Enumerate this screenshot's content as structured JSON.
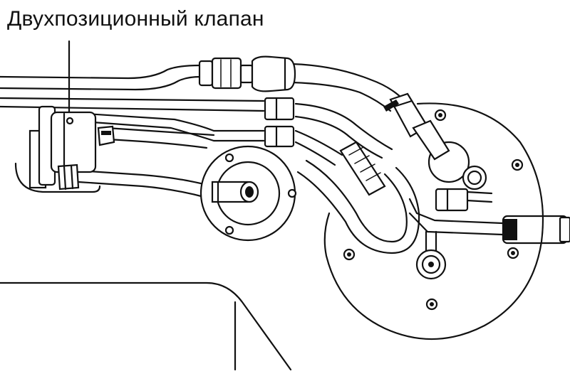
{
  "diagram": {
    "callout_label": "Двухпозиционный клапан",
    "colors": {
      "ink": "#111111",
      "background": "#ffffff"
    },
    "components": [
      "two-position-valve",
      "fuel-pump-flange",
      "access-cover-flange",
      "fuel-hoses",
      "hose-clamps",
      "fuel-tank-outline"
    ]
  }
}
